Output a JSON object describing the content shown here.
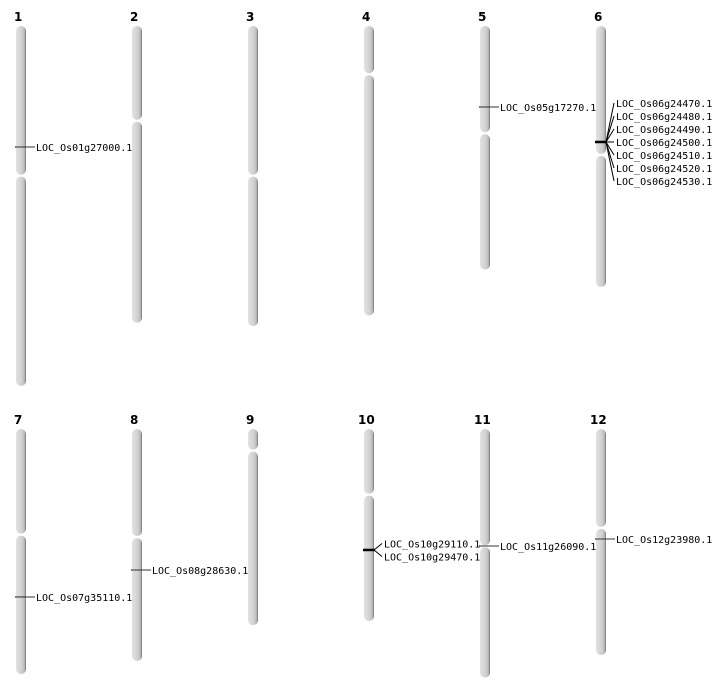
{
  "chart_data": {
    "type": "chromosome-map",
    "units": "Mb",
    "colors": {
      "chromosome": "#d4d4d4",
      "chromosome_shadow": "#8a8a8a",
      "marker": "#000000"
    },
    "chromosomes": [
      {
        "label": "1",
        "length": 43.3,
        "centromere": 18.0,
        "genes": [
          {
            "name": "LOC_Os01g27000.1",
            "pos": 14.55
          }
        ]
      },
      {
        "label": "2",
        "length": 35.7,
        "centromere": 11.4,
        "genes": []
      },
      {
        "label": "3",
        "length": 36.1,
        "centromere": 18.0,
        "genes": []
      },
      {
        "label": "4",
        "length": 34.8,
        "centromere": 5.8,
        "genes": []
      },
      {
        "label": "5",
        "length": 29.3,
        "centromere": 12.9,
        "genes": [
          {
            "name": "LOC_Os05g17270.1",
            "pos": 9.74
          }
        ]
      },
      {
        "label": "6",
        "length": 31.4,
        "centromere": 15.5,
        "genes": [
          {
            "name": "LOC_Os06g24470.1",
            "pos": 13.95
          },
          {
            "name": "LOC_Os06g24480.1",
            "pos": 13.95
          },
          {
            "name": "LOC_Os06g24490.1",
            "pos": 13.95
          },
          {
            "name": "LOC_Os06g24500.1",
            "pos": 13.95
          },
          {
            "name": "LOC_Os06g24510.1",
            "pos": 13.95
          },
          {
            "name": "LOC_Os06g24520.1",
            "pos": 13.95
          },
          {
            "name": "LOC_Os06g24530.1",
            "pos": 13.95
          }
        ]
      },
      {
        "label": "7",
        "length": 29.5,
        "centromere": 12.7,
        "genes": [
          {
            "name": "LOC_Os07g35110.1",
            "pos": 20.2
          }
        ]
      },
      {
        "label": "8",
        "length": 27.9,
        "centromere": 13.0,
        "genes": [
          {
            "name": "LOC_Os08g28630.1",
            "pos": 16.96
          }
        ]
      },
      {
        "label": "9",
        "length": 23.6,
        "centromere": 2.6,
        "genes": []
      },
      {
        "label": "10",
        "length": 23.1,
        "centromere": 7.9,
        "genes": [
          {
            "name": "LOC_Os10g29110.1",
            "pos": 14.55
          },
          {
            "name": "LOC_Os10g29470.1",
            "pos": 14.55
          }
        ]
      },
      {
        "label": "11",
        "length": 29.9,
        "centromere": 14.1,
        "genes": [
          {
            "name": "LOC_Os11g26090.1",
            "pos": 14.07
          }
        ]
      },
      {
        "label": "12",
        "length": 27.2,
        "centromere": 11.9,
        "genes": [
          {
            "name": "LOC_Os12g23980.1",
            "pos": 13.23
          }
        ]
      }
    ]
  }
}
